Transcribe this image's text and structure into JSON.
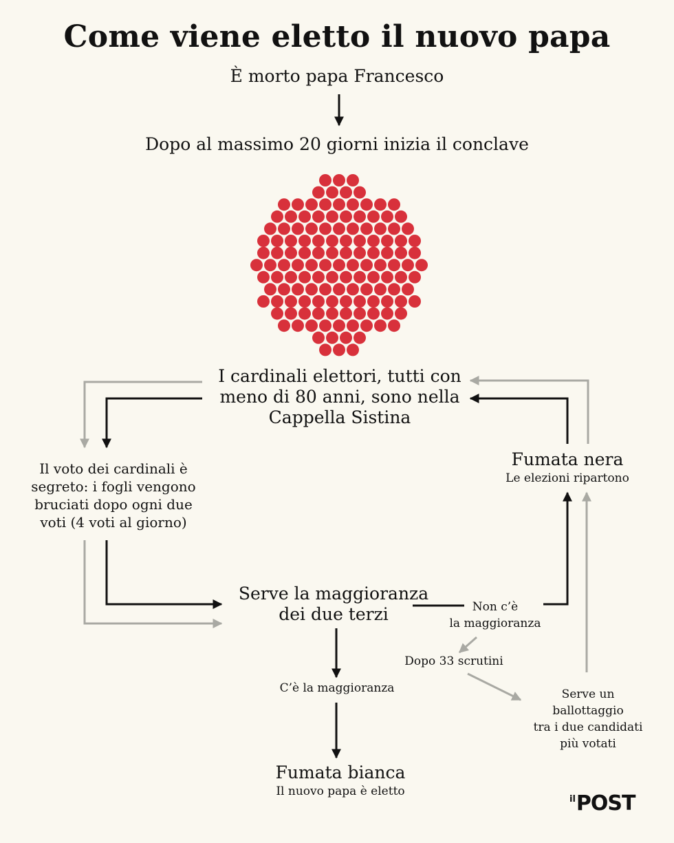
{
  "title": "Come viene eletto il nuovo papa",
  "steps": {
    "death": "È morto papa Francesco",
    "conclave_start": "Dopo al massimo 20 giorni inizia il conclave",
    "cardinals": [
      "I cardinali elettori, tutti con",
      "meno di 80 anni, sono nella",
      "Cappella Sistina"
    ],
    "secret_vote": [
      "Il voto dei cardinali è",
      "segreto: i fogli vengono",
      "bruciati dopo ogni due",
      "voti (4 voti al giorno)"
    ],
    "majority": [
      "Serve la maggioranza",
      "dei due terzi"
    ],
    "no_majority": [
      "Non c’è",
      "la maggioranza"
    ],
    "after_33": "Dopo 33 scrutini",
    "runoff": [
      "Serve un",
      "ballottaggio",
      "tra i due candidati",
      "più votati"
    ],
    "black_smoke": "Fumata nera",
    "elections_restart": "Le elezioni ripartono",
    "yes_majority": "C’è la maggioranza",
    "white_smoke": "Fumata bianca",
    "new_pope": "Il nuovo papa è eletto"
  },
  "cardinal_dots": {
    "count": 135,
    "rows": [
      3,
      4,
      9,
      10,
      11,
      12,
      12,
      13,
      12,
      11,
      12,
      10,
      9,
      4,
      3
    ],
    "color": "#d8313b"
  },
  "colors": {
    "background": "#faf8f0",
    "black_arrow": "#111111",
    "gray_arrow": "#a9a9a3"
  },
  "logo": {
    "prefix": "il",
    "name": "POST"
  }
}
